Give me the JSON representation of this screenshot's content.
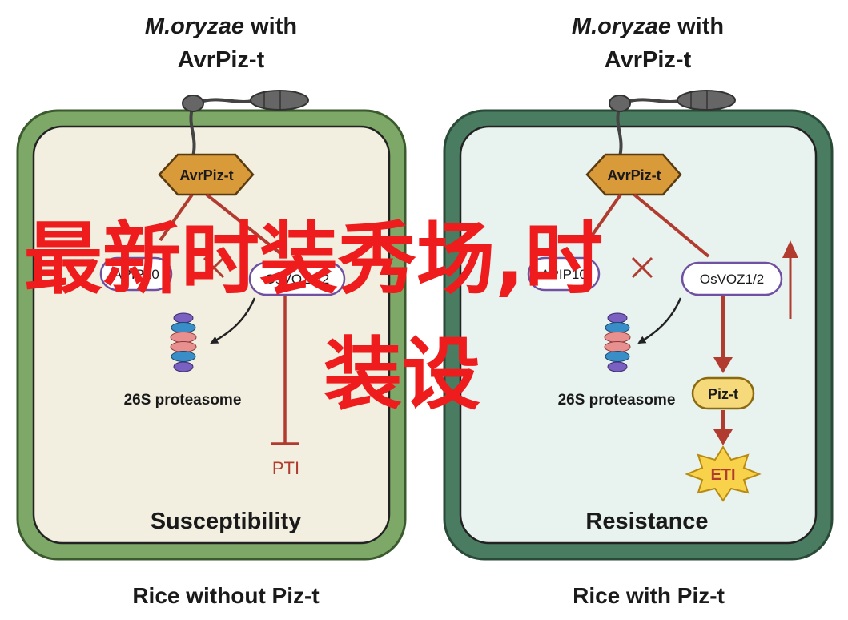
{
  "panels": [
    {
      "title_species": "M.oryzae",
      "title_with": "with",
      "title_effector": "AvrPiz-t",
      "effector_label": "AvrPiz-t",
      "protein_left": "APIP10",
      "protein_right": "OsVOZ1/2",
      "proteasome_label": "26S proteasome",
      "immunity_label": "PTI",
      "outcome": "Susceptibility",
      "caption": "Rice without Piz-t",
      "wall_color": "#7da868",
      "cell_color": "#f2efe0"
    },
    {
      "title_species": "M.oryzae",
      "title_with": "with",
      "title_effector": "AvrPiz-t",
      "effector_label": "AvrPiz-t",
      "protein_left": "APIP10",
      "protein_right": "OsVOZ1/2",
      "proteasome_label": "26S proteasome",
      "receptor_label": "Piz-t",
      "immunity_label": "ETI",
      "outcome": "Resistance",
      "caption": "Rice with Piz-t",
      "wall_color": "#4a7c62",
      "cell_color": "#e8f2ee"
    }
  ],
  "overlay": {
    "line1": "最新时装秀场,时",
    "line2": "装设",
    "color": "#ee1c1c"
  },
  "icons": [
    "fungus-spore-icon",
    "proteasome-icon",
    "explosion-icon",
    "inhibition-icon",
    "cross-icon",
    "upward-arrow-icon"
  ]
}
